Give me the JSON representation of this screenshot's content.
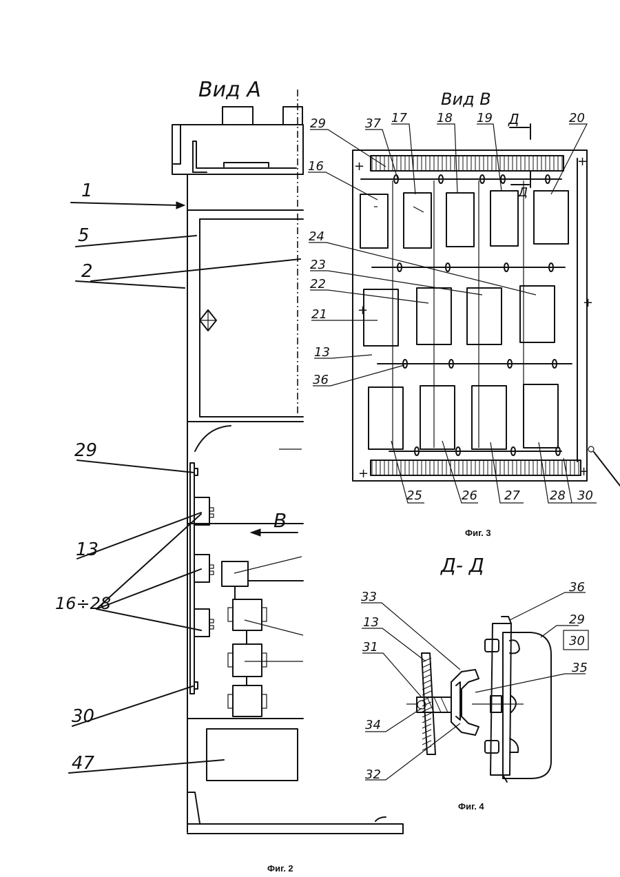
{
  "views": {
    "view_a_title": "Вид А",
    "view_b_title": "Вид В",
    "section_title": "Д- Д",
    "arrow_b": "В",
    "arrow_d_top": "Д",
    "arrow_d_mid": "Д"
  },
  "captions": {
    "fig2": "Фиг. 2",
    "fig3": "Фиг. 3",
    "fig4": "Фиг. 4"
  },
  "fig2_labels": [
    "1",
    "5",
    "2",
    "29",
    "13",
    "16÷28",
    "30",
    "47"
  ],
  "fig3_labels": [
    "29",
    "37",
    "17",
    "18",
    "19",
    "20",
    "16",
    "24",
    "23",
    "22",
    "21",
    "13",
    "36",
    "25",
    "26",
    "27",
    "28",
    "30"
  ],
  "fig4_labels": [
    "33",
    "13",
    "31",
    "34",
    "32",
    "36",
    "29",
    "30",
    "35"
  ],
  "plus_sign": "+"
}
